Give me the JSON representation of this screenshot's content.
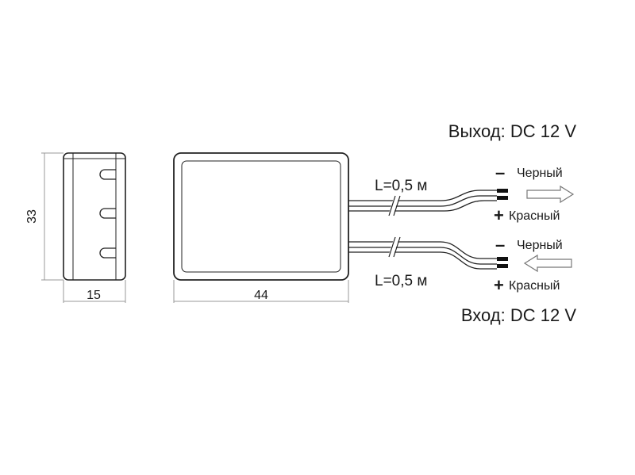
{
  "output": {
    "title": "Выход: DC 12 V",
    "length": "L=0,5 м",
    "minus": "–",
    "plus": "+",
    "black": "Черный",
    "red": "Красный"
  },
  "input": {
    "title": "Вход: DC 12 V",
    "length": "L=0,5 м",
    "minus": "–",
    "plus": "+",
    "black": "Черный",
    "red": "Красный"
  },
  "dimensions": {
    "height": "33",
    "side_width": "15",
    "front_width": "44"
  }
}
